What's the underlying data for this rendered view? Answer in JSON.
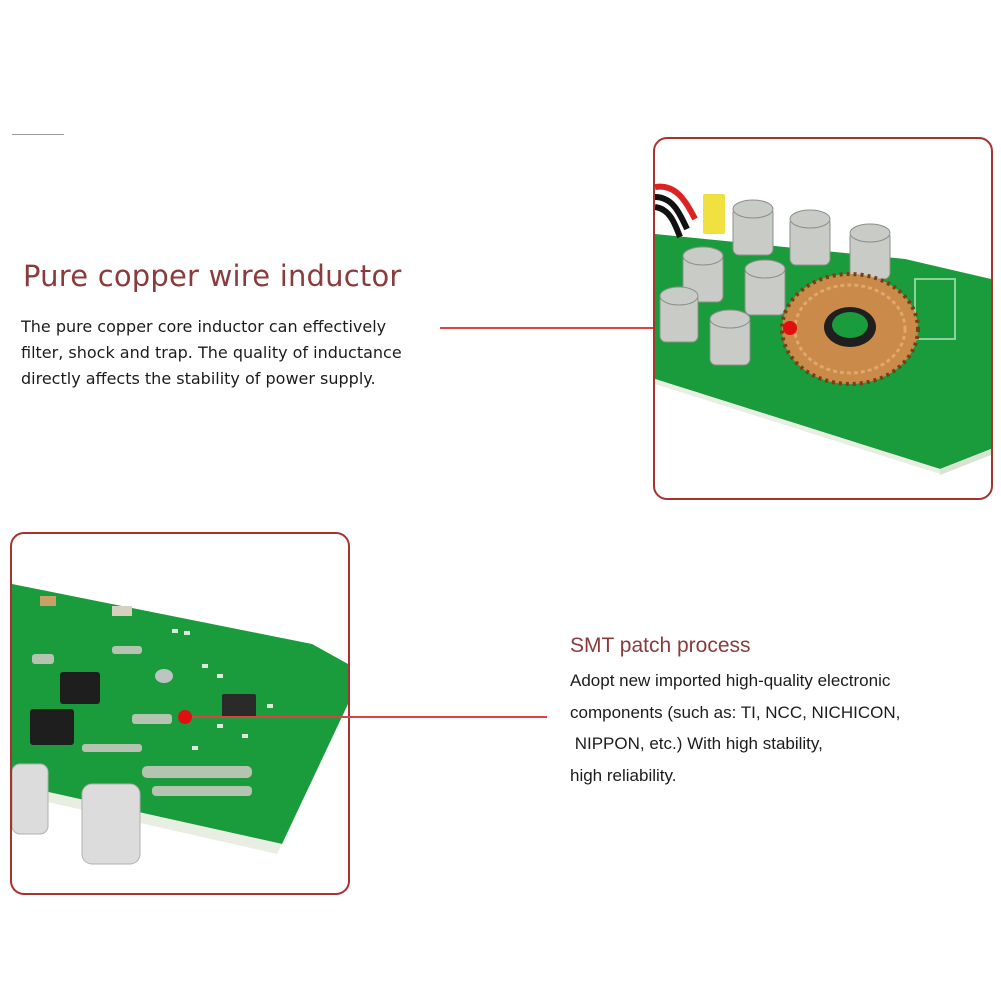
{
  "sections": [
    {
      "title": "Pure copper wire inductor",
      "body": [
        "The pure copper core inductor can effectively",
        "filter, shock and trap. The quality of inductance",
        "directly affects the stability of power supply."
      ]
    },
    {
      "title": "SMT patch process",
      "body": [
        "Adopt new imported high-quality electronic",
        "components (such as: TI, NCC, NICHICON,",
        " NIPPON, etc.) With high stability,",
        "high reliability."
      ]
    }
  ],
  "colors": {
    "title": "#8b3b3b",
    "frame_border": "#a8322f",
    "pointer": "#e04040",
    "pcb_green": "#1a9b3c"
  }
}
